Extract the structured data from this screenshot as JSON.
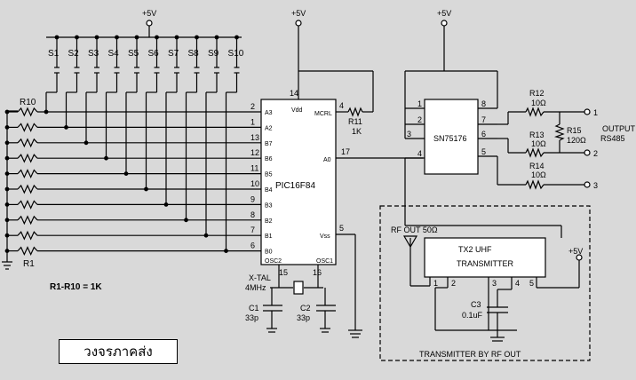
{
  "supply": {
    "vcc": "+5V"
  },
  "switches": [
    "S1",
    "S2",
    "S3",
    "S4",
    "S5",
    "S6",
    "S7",
    "S8",
    "S9",
    "S10"
  ],
  "resistors": {
    "top": "R10",
    "bottom": "R1",
    "note": "R1-R10 = 1K",
    "r11_name": "R11",
    "r11_value": "1K",
    "r12_name": "R12",
    "r12_value": "10Ω",
    "r13_name": "R13",
    "r13_value": "10Ω",
    "r14_name": "R14",
    "r14_value": "10Ω",
    "r15_name": "R15",
    "r15_value": "120Ω"
  },
  "pic": {
    "name": "PIC16F84",
    "left_pins": [
      {
        "num": "2",
        "label": "A3"
      },
      {
        "num": "1",
        "label": "A2"
      },
      {
        "num": "13",
        "label": "B7"
      },
      {
        "num": "12",
        "label": "B6"
      },
      {
        "num": "11",
        "label": "B5"
      },
      {
        "num": "10",
        "label": "B4"
      },
      {
        "num": "9",
        "label": "B3"
      },
      {
        "num": "8",
        "label": "B2"
      },
      {
        "num": "7",
        "label": "B1"
      },
      {
        "num": "6",
        "label": "B0"
      }
    ],
    "vdd_pin": "14",
    "vdd": "Vdd",
    "mclr_pin": "4",
    "mclr": "MCRL",
    "a0_pin": "17",
    "a0": "A0",
    "vss_pin": "5",
    "vss": "Vss",
    "osc2": "OSC2",
    "osc1": "OSC1",
    "osc2_pin": "15",
    "osc1_pin": "16"
  },
  "crystal": {
    "name": "X-TAL",
    "value": "4MHz"
  },
  "caps": {
    "c1_name": "C1",
    "c1_value": "33p",
    "c2_name": "C2",
    "c2_value": "33p",
    "c3_name": "C3",
    "c3_value": "0.1uF"
  },
  "driver": {
    "name": "SN75176",
    "left_pins": [
      "1",
      "2",
      "3",
      "4"
    ],
    "right_pins": [
      "8",
      "7",
      "6",
      "5"
    ]
  },
  "output": {
    "title_line1": "OUTPUT",
    "title_line2": "RS485",
    "terminals": [
      "1",
      "2",
      "3"
    ]
  },
  "transmitter": {
    "rf_out": "RF OUT 50Ω",
    "line1": "TX2  UHF",
    "line2": "TRANSMITTER",
    "pins": [
      "1",
      "2",
      "3",
      "4",
      "5"
    ],
    "vcc": "+5V",
    "caption": "TRANSMITTER BY RF OUT"
  },
  "caption": "วงจรภาคส่ง"
}
